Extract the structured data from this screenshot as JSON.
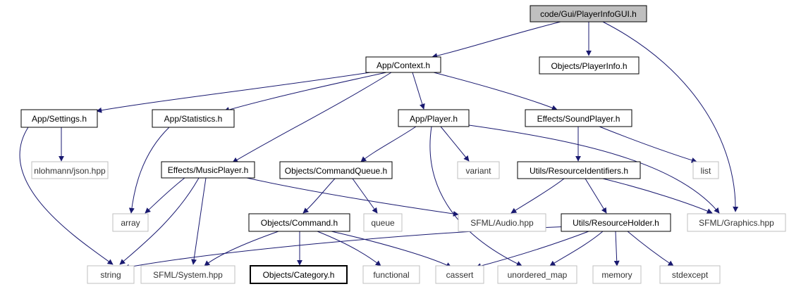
{
  "diagram": {
    "nodes": {
      "root": "code/Gui/PlayerInfoGUI.h",
      "context": "App/Context.h",
      "playerinfo": "Objects/PlayerInfo.h",
      "settings": "App/Settings.h",
      "statistics": "App/Statistics.h",
      "player": "App/Player.h",
      "soundplayer": "Effects/SoundPlayer.h",
      "json": "nlohmann/json.hpp",
      "musicplayer": "Effects/MusicPlayer.h",
      "cmdqueue": "Objects/CommandQueue.h",
      "variant": "variant",
      "resid": "Utils/ResourceIdentifiers.h",
      "list": "list",
      "array": "array",
      "command": "Objects/Command.h",
      "queue": "queue",
      "audio": "SFML/Audio.hpp",
      "resholder": "Utils/ResourceHolder.h",
      "graphics": "SFML/Graphics.hpp",
      "string": "string",
      "system": "SFML/System.hpp",
      "category": "Objects/Category.h",
      "functional": "functional",
      "cassert": "cassert",
      "umap": "unordered_map",
      "memory": "memory",
      "stdexcept": "stdexcept"
    },
    "colors": {
      "edge": "#191970",
      "node_border": "#000000",
      "external_border": "#bfbfbf",
      "root_fill": "#bfbfbf",
      "node_fill": "#ffffff",
      "external_text": "#333333"
    }
  }
}
